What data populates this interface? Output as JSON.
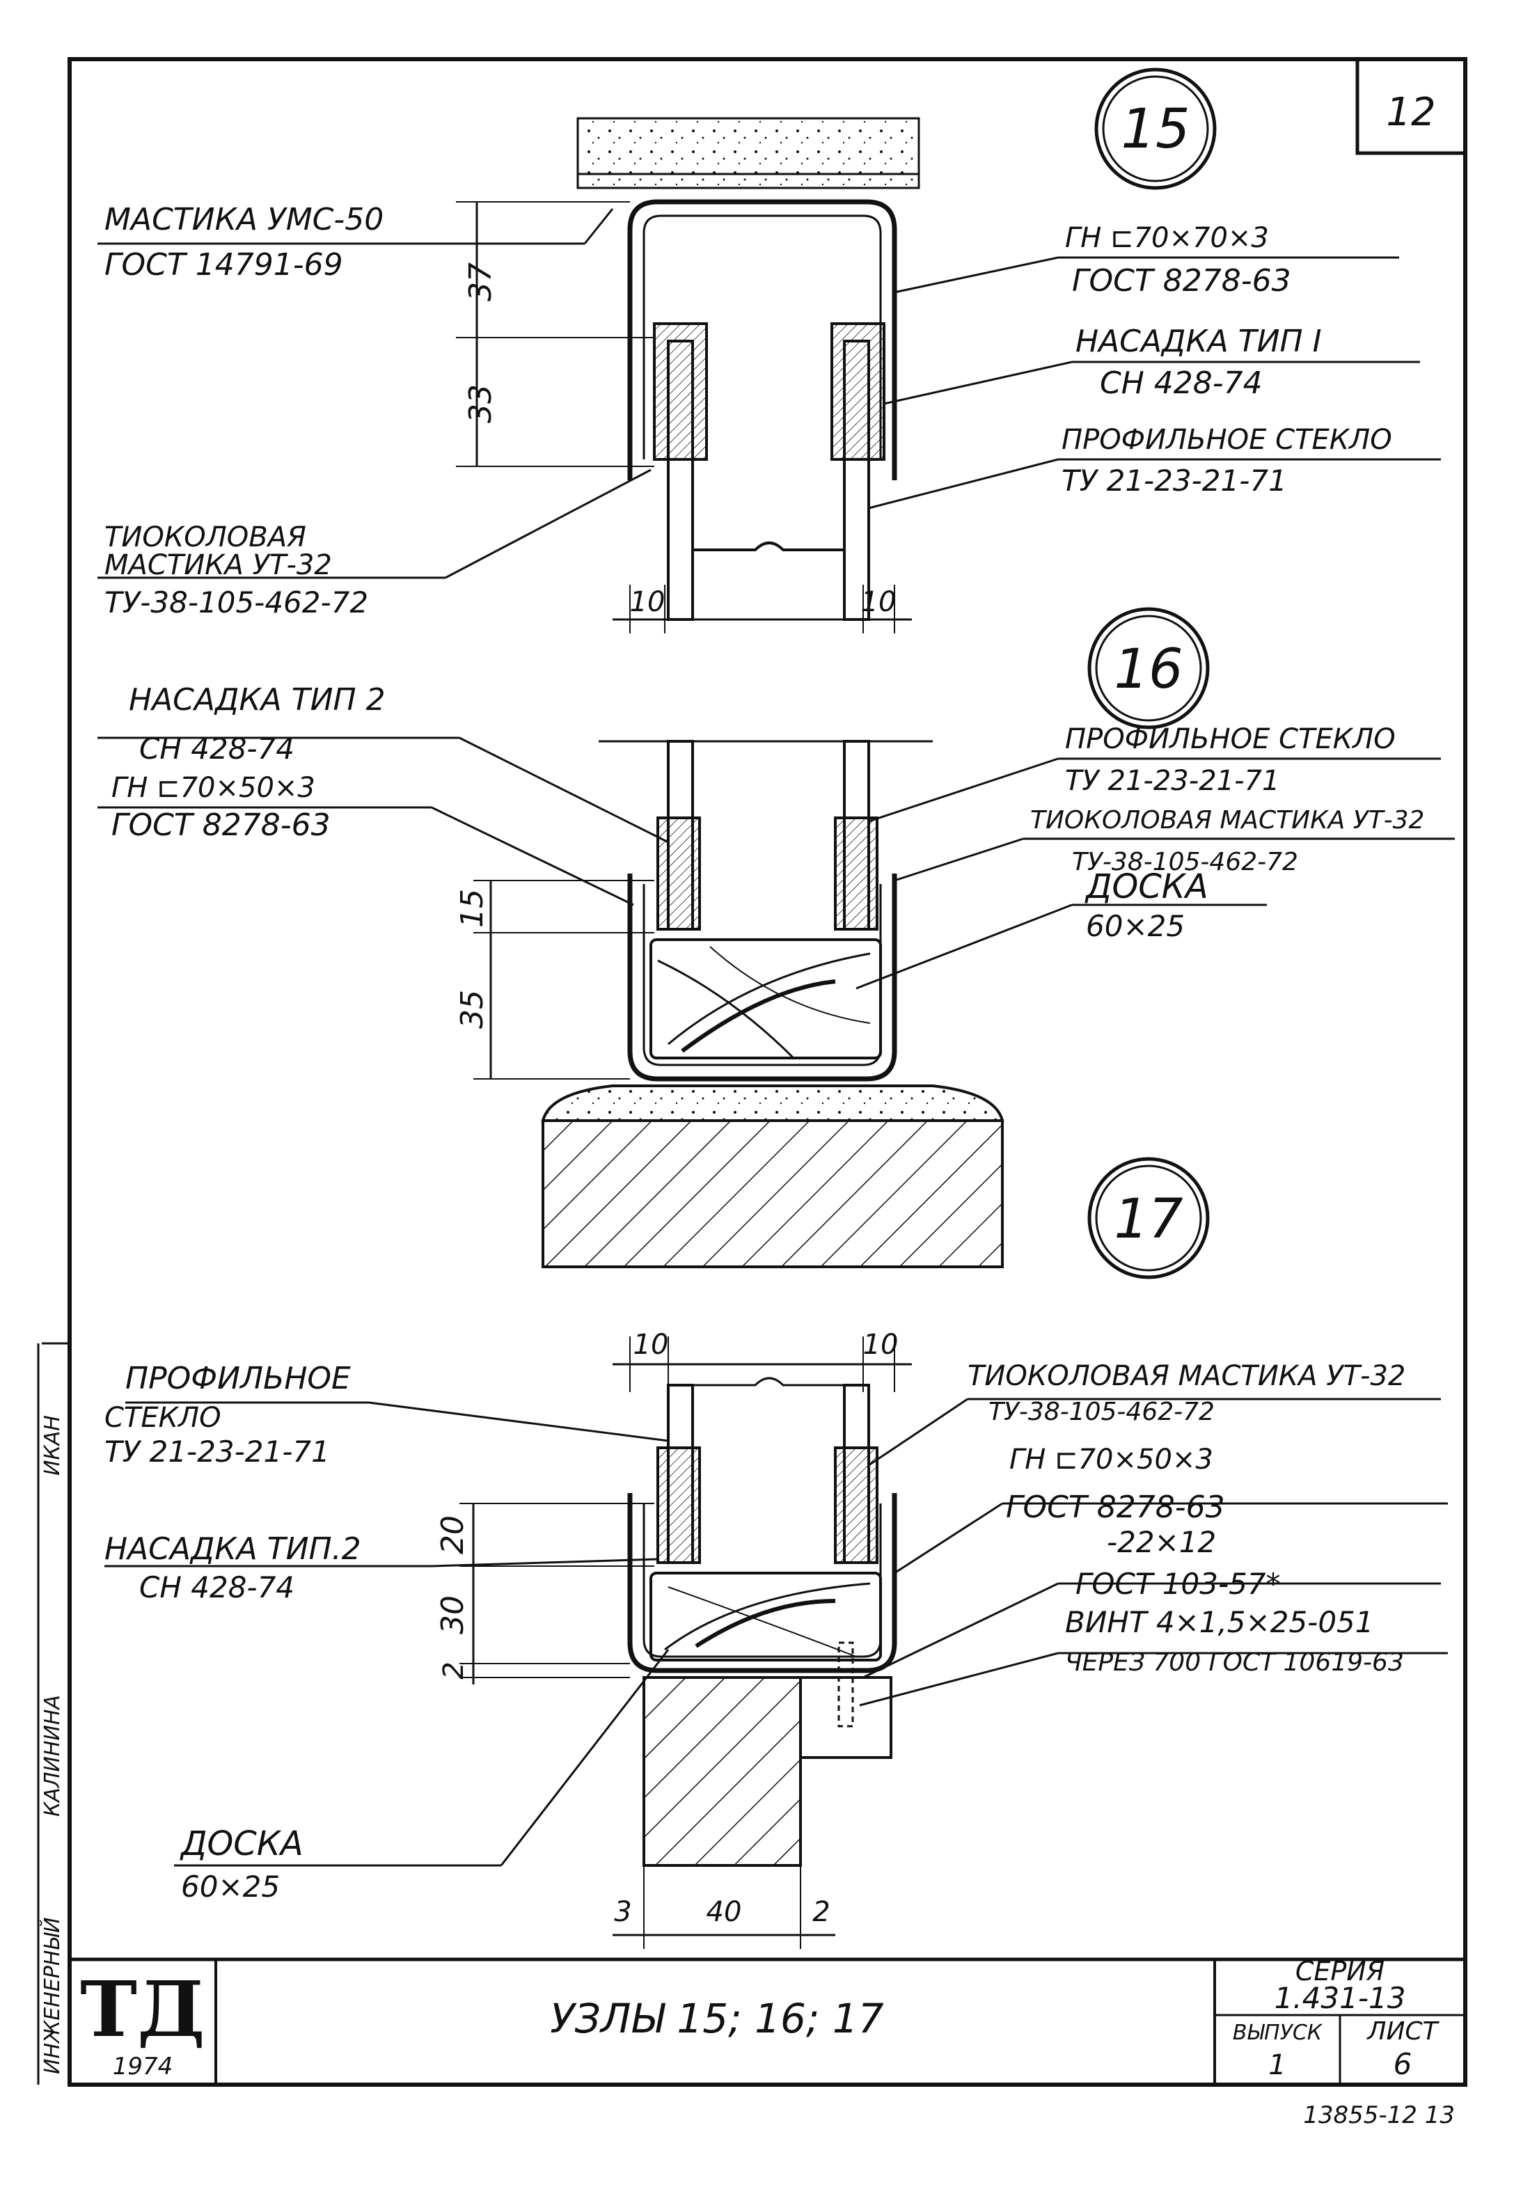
{
  "sheet_number": "12",
  "nodes": {
    "n15": {
      "number": "15",
      "callouts": {
        "mastic_ums": [
          "МАСТИКА УМС-50",
          "ГОСТ 14791-69"
        ],
        "channel": [
          "ГН ⊏70×70×3",
          "ГОСТ 8278-63"
        ],
        "nozzle": [
          "НАСАДКА ТИП I",
          "СН 428-74"
        ],
        "glass": [
          "ПРОФИЛЬНОЕ СТЕКЛО",
          "ТУ 21-23-21-71"
        ],
        "thiokol": [
          "ТИОКОЛОВАЯ",
          "МАСТИКА УТ-32",
          "ТУ-38-105-462-72"
        ]
      },
      "dims": {
        "top": "37",
        "mid": "33",
        "left_gap": "10",
        "right_gap": "10"
      }
    },
    "n16": {
      "number": "16",
      "callouts": {
        "nozzle": [
          "НАСАДКА ТИП 2",
          "СН 428-74"
        ],
        "channel": [
          "ГН ⊏70×50×3",
          "ГОСТ 8278-63"
        ],
        "glass": [
          "ПРОФИЛЬНОЕ СТЕКЛО",
          "ТУ 21-23-21-71"
        ],
        "thiokol": [
          "ТИОКОЛОВАЯ МАСТИКА УТ-32",
          "ТУ-38-105-462-72"
        ],
        "board": [
          "ДОСКА",
          "60×25"
        ]
      },
      "dims": {
        "upper": "15",
        "lower": "35"
      }
    },
    "n17": {
      "number": "17",
      "callouts": {
        "glass": [
          "ПРОФИЛЬНОЕ",
          "СТЕКЛО",
          "ТУ 21-23-21-71"
        ],
        "thiokol": [
          "ТИОКОЛОВАЯ МАСТИКА УТ-32",
          "ТУ-38-105-462-72"
        ],
        "channel": [
          "ГН ⊏70×50×3",
          "ГОСТ 8278-63"
        ],
        "strip": [
          "-22×12",
          "ГОСТ 103-57*"
        ],
        "screw": [
          "ВИНТ 4×1,5×25-051",
          "ЧЕРЕЗ 700 ГОСТ 10619-63"
        ],
        "nozzle": [
          "НАСАДКА ТИП.2",
          "СН 428-74"
        ],
        "board": [
          "ДОСКА",
          "60×25"
        ]
      },
      "dims": {
        "top_left": "10",
        "top_right": "10",
        "d20": "20",
        "d30": "30",
        "d2": "2",
        "b3": "3",
        "b40": "40",
        "b2": "2"
      }
    }
  },
  "side_stamp": [
    "ИНЖЕНЕРНЫЙ",
    "КАЛИНИНА",
    "ИКАН"
  ],
  "title_block": {
    "logo": "ТД",
    "year": "1974",
    "title": "УЗЛЫ 15; 16; 17",
    "series_label": "СЕРИЯ",
    "series_value": "1.431-13",
    "issue_label": "ВЫПУСК",
    "issue_value": "1",
    "sheet_label": "ЛИСТ",
    "sheet_value": "6",
    "footer_code": "13855-12 13"
  }
}
